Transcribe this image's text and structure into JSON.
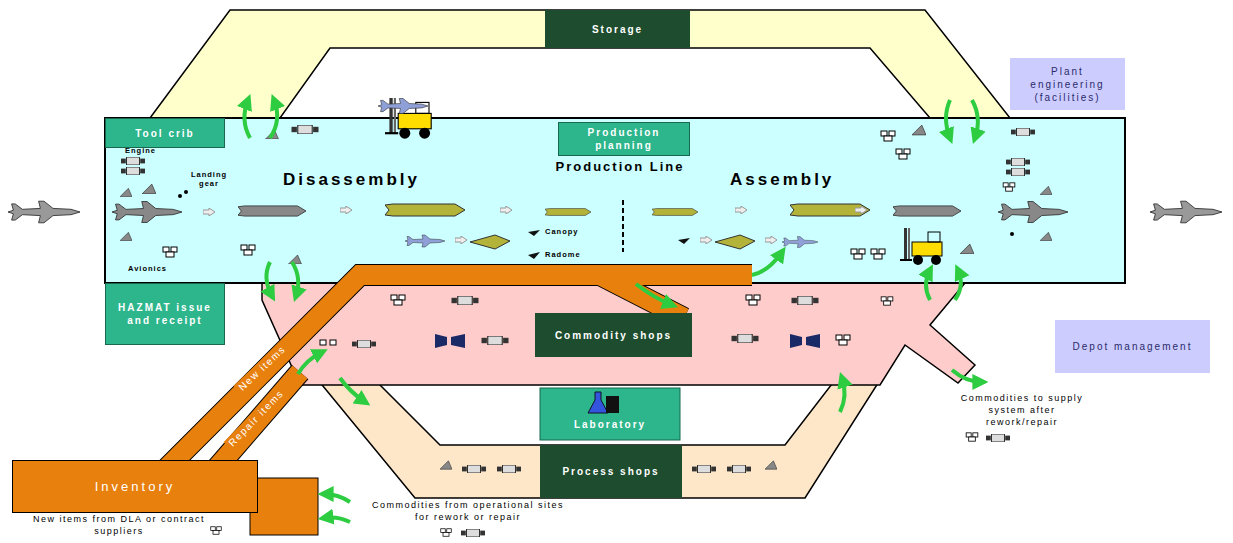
{
  "diagram": {
    "nodes": [
      {
        "text": [
          "Storage"
        ]
      },
      {
        "text": [
          "Disassembly",
          "Production Line",
          "Assembly"
        ]
      },
      {
        "text": [
          "Tool crib"
        ],
        "in": 1
      },
      {
        "text": [
          "Production planning"
        ],
        "in": 1
      },
      {
        "text": [
          "HAZMAT issue and receipt"
        ]
      },
      {
        "text": [
          "Plant engineering (facilities)"
        ]
      },
      {
        "text": [
          "Commodity shops"
        ]
      },
      {
        "text": [
          "Laboratory"
        ]
      },
      {
        "text": [
          "Process shops"
        ]
      },
      {
        "text": [
          "Depot management"
        ]
      },
      {
        "text": [
          "Inventory"
        ]
      }
    ],
    "edges": [
      {
        "from": 1,
        "to": 0,
        "arrow": "to"
      },
      {
        "from": 0,
        "to": 1,
        "arrow": "to"
      },
      {
        "from": 1,
        "to": 6,
        "arrow": "to"
      },
      {
        "from": 6,
        "to": 1,
        "arrow": "to"
      },
      {
        "from": 10,
        "to": 1,
        "arrow": "to",
        "label": "New items"
      },
      {
        "from": 10,
        "to": 6,
        "arrow": "to"
      },
      {
        "from": 10,
        "to": 6,
        "arrow": "to",
        "label": "Repair items"
      },
      {
        "from": 6,
        "to": 8,
        "arrow": "to"
      },
      {
        "from": 8,
        "to": 6,
        "arrow": "to"
      }
    ],
    "labels": [
      "Engine",
      "Landing gear",
      "Avionics",
      "Canopy",
      "Radome",
      "New items from DLA or contract suppliers",
      "Commodities from operational sites for rework or repair",
      "Commodities to supply system after rework/repair"
    ]
  }
}
